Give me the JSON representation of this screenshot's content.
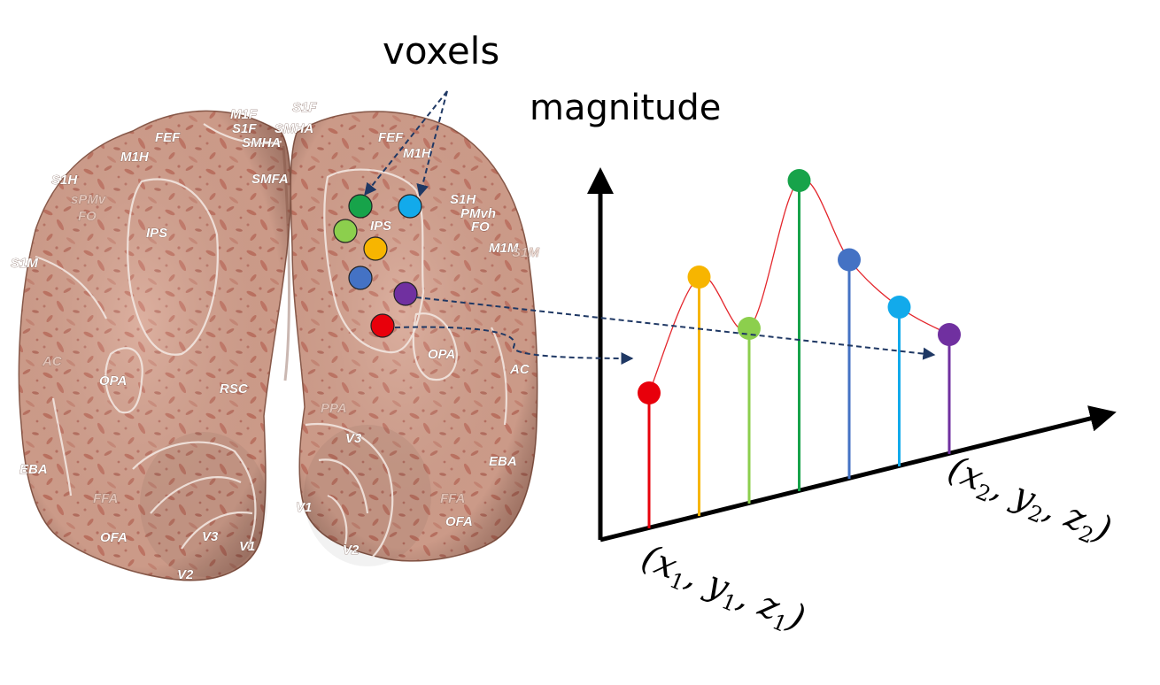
{
  "labels": {
    "voxels": "voxels",
    "magnitude": "magnitude"
  },
  "coords": {
    "start": {
      "x": "x",
      "y": "y",
      "z": "z",
      "sub": "1"
    },
    "end": {
      "x": "x",
      "y": "y",
      "z": "z",
      "sub": "2"
    }
  },
  "brain_labels": {
    "M1F": "M1F",
    "S1F_a": "S1F",
    "S1F_b": "S1F",
    "SMHA": "SMHA",
    "SMHA_b": "SMHA",
    "FEF_left": "FEF",
    "FEF_right": "FEF",
    "M1H_left": "M1H",
    "M1H_right": "M1H",
    "S1H_left": "S1H",
    "S1H_right": "S1H",
    "sPMv": "sPMv",
    "FO_left": "FO",
    "FO_right": "FO",
    "PMvh": "PMvh",
    "SMFA": "SMFA",
    "IPS_left": "IPS",
    "IPS_right": "IPS",
    "S1M": "S1M",
    "M1M": "M1M",
    "S1M_right": "S1M",
    "AC_left": "AC",
    "AC_right": "AC",
    "OPA_left": "OPA",
    "OPA_right": "OPA",
    "RSC": "RSC",
    "PPA": "PPA",
    "EBA_left": "EBA",
    "EBA_right": "EBA",
    "FFA_left": "FFA",
    "FFA_right": "FFA",
    "OFA_left": "OFA",
    "OFA_right": "OFA",
    "V3_left": "V3",
    "V3_right": "V3",
    "V1_left": "V1",
    "V1_right": "V1",
    "V2_left": "V2",
    "V2_right": "V2"
  },
  "colors": {
    "red": "#e8000b",
    "yellow": "#f7b500",
    "lightgreen": "#8ccf4d",
    "green": "#17a34a",
    "blue": "#4472c4",
    "cyan": "#12aaeb",
    "purple": "#7030a0",
    "curve": "#e4262c",
    "arrow": "#1f3864",
    "brain_base": "#cf9b88"
  },
  "stems": [
    {
      "color": "red",
      "magnitude": 0.34
    },
    {
      "color": "yellow",
      "magnitude": 0.6
    },
    {
      "color": "lightgreen",
      "magnitude": 0.44
    },
    {
      "color": "green",
      "magnitude": 0.78
    },
    {
      "color": "blue",
      "magnitude": 0.55
    },
    {
      "color": "cyan",
      "magnitude": 0.4
    },
    {
      "color": "purple",
      "magnitude": 0.3
    }
  ],
  "voxel_dots": [
    {
      "color": "green"
    },
    {
      "color": "cyan"
    },
    {
      "color": "lightgreen"
    },
    {
      "color": "yellow"
    },
    {
      "color": "blue"
    },
    {
      "color": "purple"
    },
    {
      "color": "red"
    }
  ]
}
